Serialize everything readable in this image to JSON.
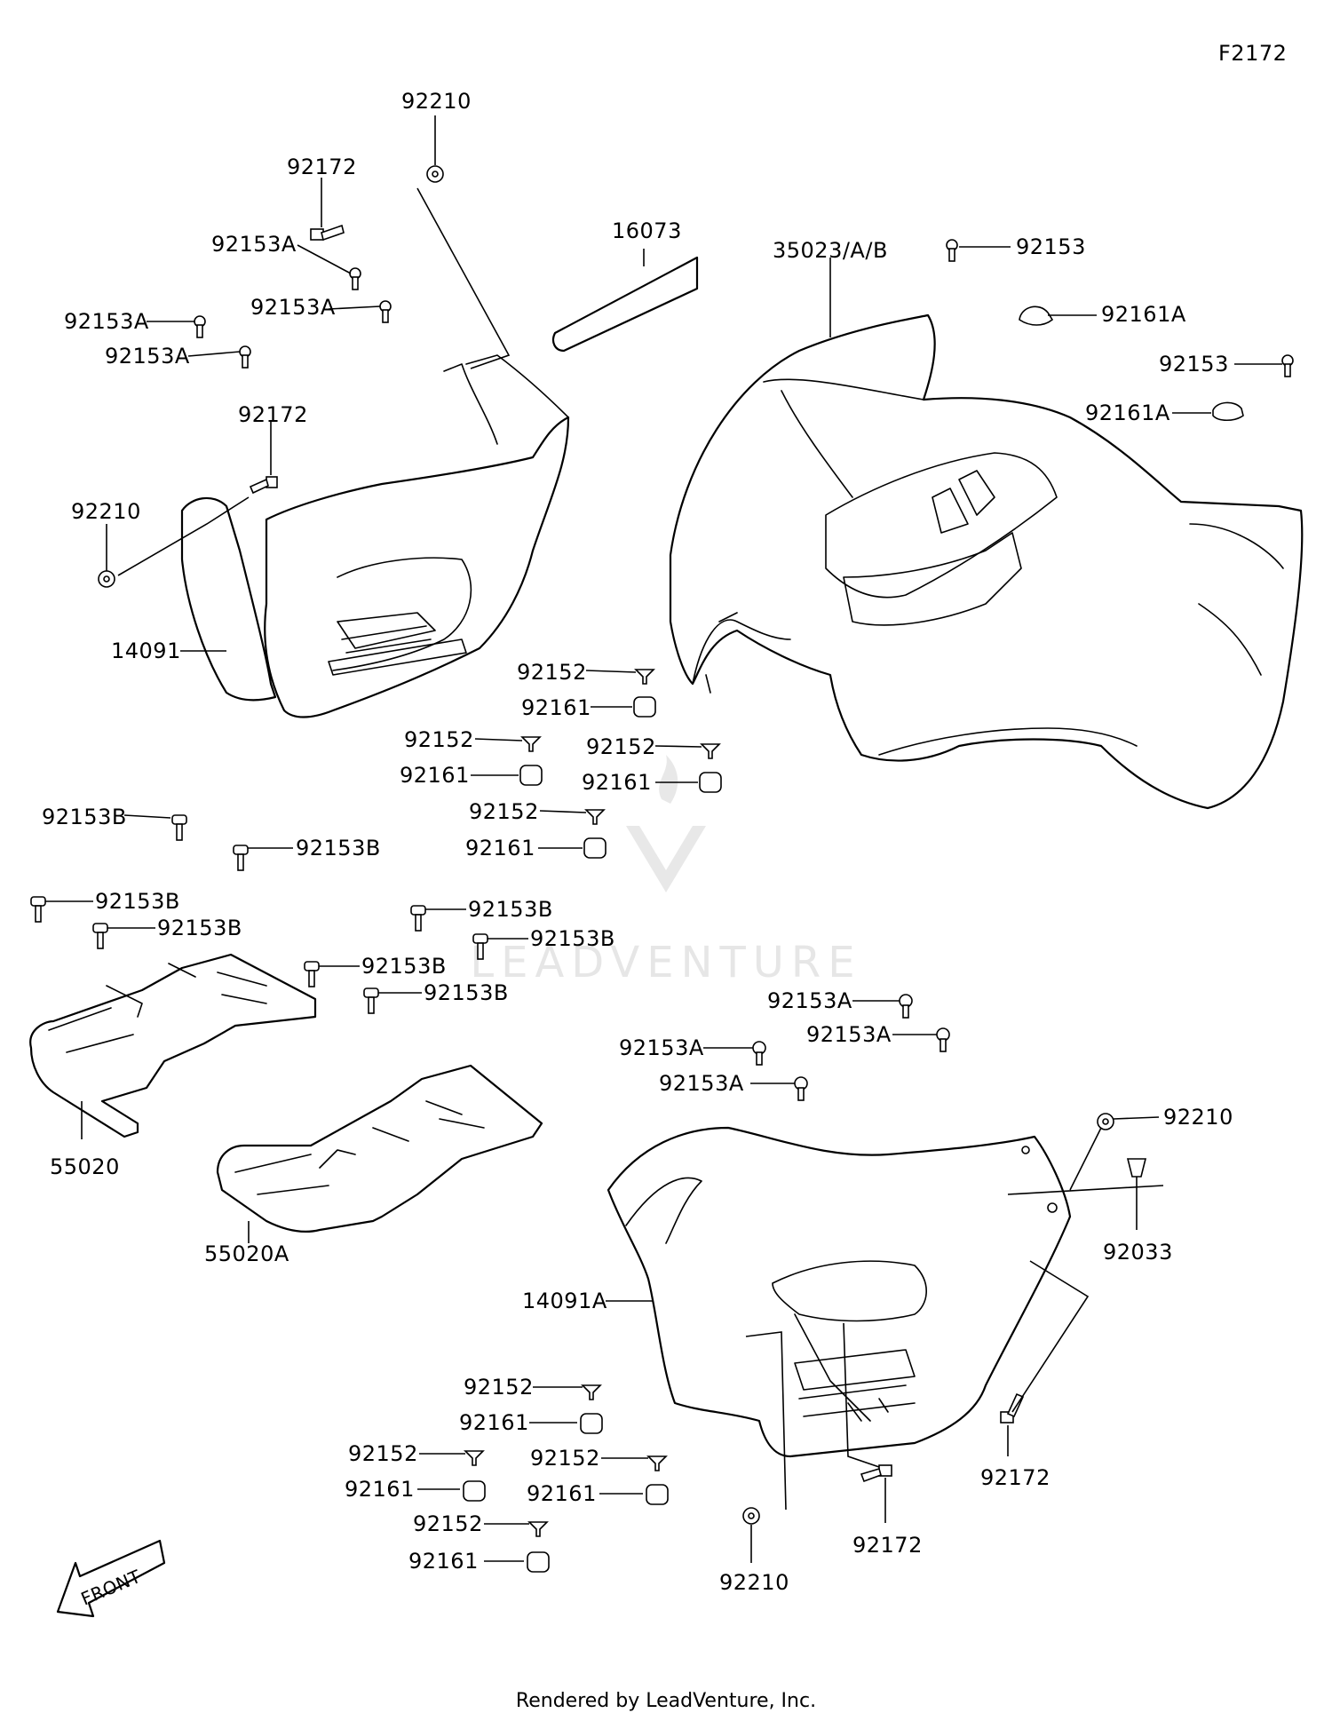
{
  "figure_id": "F2172",
  "footer": "Rendered by LeadVenture, Inc.",
  "watermark": "LEADVENTURE",
  "front_arrow": "FRONT",
  "callouts": [
    "92210",
    "92172",
    "92153A",
    "92153A",
    "92153A",
    "92153A",
    "16073",
    "35023/A/B",
    "92153",
    "92161A",
    "92153",
    "92161A",
    "92172",
    "92210",
    "14091",
    "92152",
    "92161",
    "92152",
    "92161",
    "92152",
    "92161",
    "92152",
    "92161",
    "92153B",
    "92153B",
    "92153B",
    "92153B",
    "92153B",
    "92153B",
    "92153B",
    "92153B",
    "55020",
    "55020A",
    "92153A",
    "92153A",
    "92153A",
    "92153A",
    "92210",
    "92033",
    "14091A",
    "92152",
    "92161",
    "92152",
    "92161",
    "92152",
    "92161",
    "92152",
    "92161",
    "92172",
    "92210",
    "92172"
  ]
}
